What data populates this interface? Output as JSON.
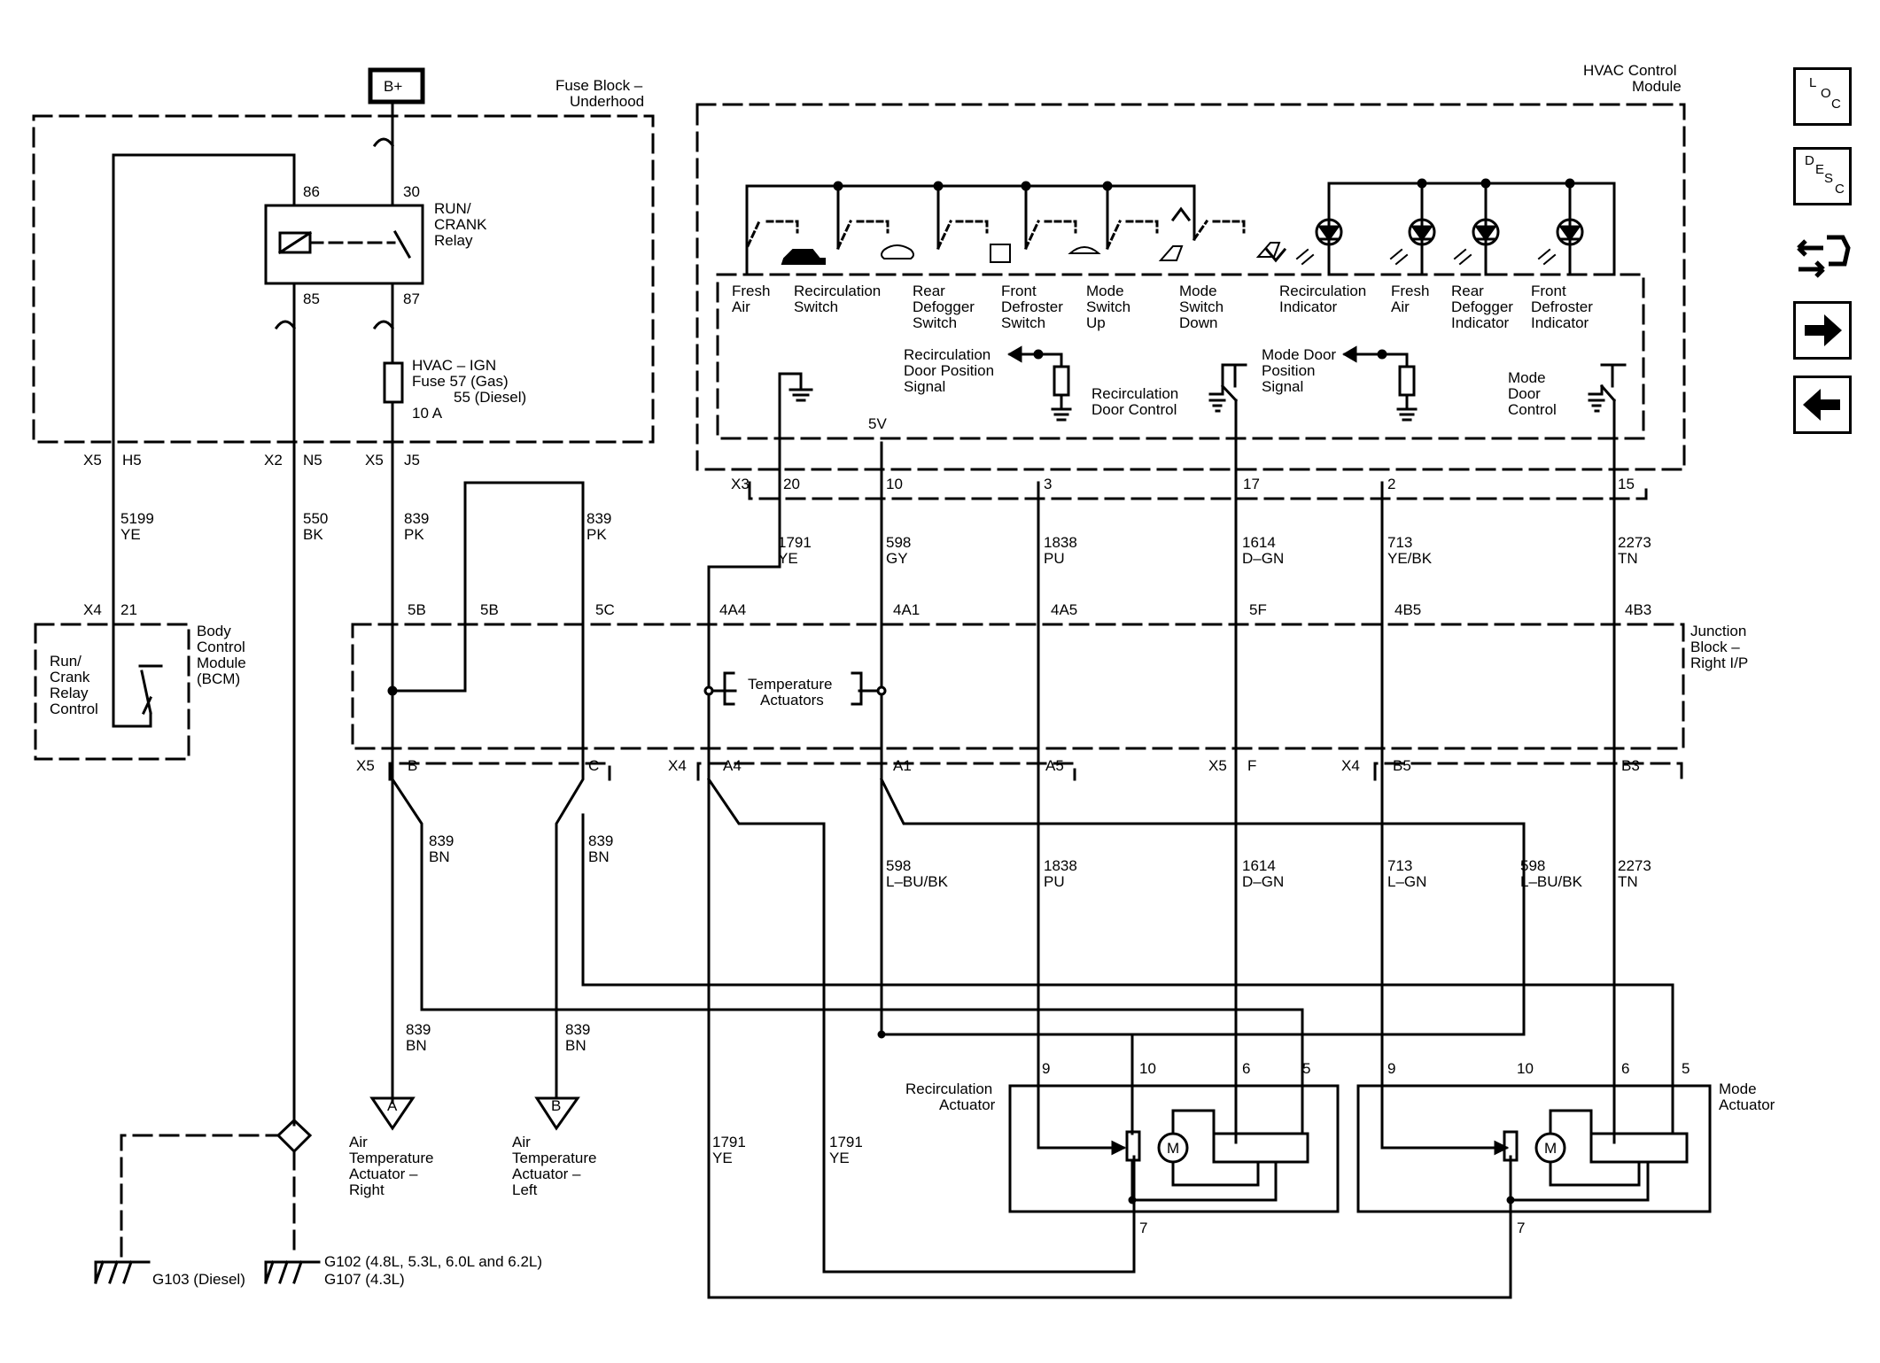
{
  "components": {
    "b_plus": "B+",
    "fuse_block": [
      "Fuse Block –",
      "Underhood"
    ],
    "relay": [
      "RUN/",
      "CRANK",
      "Relay"
    ],
    "relay_pins": {
      "p86": "86",
      "p30": "30",
      "p85": "85",
      "p87": "87"
    },
    "fuse": [
      "HVAC – IGN",
      "Fuse 57 (Gas)",
      "55 (Diesel)",
      "10 A"
    ],
    "hvac_module": [
      "HVAC Control",
      "Module"
    ],
    "bcm": [
      "Body",
      "Control",
      "Module",
      "(BCM)"
    ],
    "bcm_inner": [
      "Run/",
      "Crank",
      "Relay",
      "Control"
    ],
    "junction_block": [
      "Junction",
      "Block –",
      "Right I/P"
    ],
    "temp_actuators": [
      "Temperature",
      "Actuators"
    ],
    "recirc_actuator": [
      "Recirculation",
      "Actuator"
    ],
    "mode_actuator": [
      "Mode",
      "Actuator"
    ],
    "motor": "M",
    "five_v": "5V"
  },
  "module_labels": {
    "fresh_air": [
      "Fresh",
      "Air"
    ],
    "recirc_switch": [
      "Recirculation",
      "Switch"
    ],
    "rear_defog_switch": [
      "Rear",
      "Defogger",
      "Switch"
    ],
    "front_defrost_switch": [
      "Front",
      "Defroster",
      "Switch"
    ],
    "mode_up": [
      "Mode",
      "Switch",
      "Up"
    ],
    "mode_down": [
      "Mode",
      "Switch",
      "Down"
    ],
    "recirc_indicator": [
      "Recirculation",
      "Indicator"
    ],
    "fresh_air_ind": [
      "Fresh",
      "Air"
    ],
    "rear_defog_ind": [
      "Rear",
      "Defogger",
      "Indicator"
    ],
    "front_defrost_ind": [
      "Front",
      "Defroster",
      "Indicator"
    ],
    "recirc_door_pos": [
      "Recirculation",
      "Door Position",
      "Signal"
    ],
    "recirc_door_ctrl": [
      "Recirculation",
      "Door Control"
    ],
    "mode_door_pos": [
      "Mode Door",
      "Position",
      "Signal"
    ],
    "mode_door_ctrl": [
      "Mode",
      "Door",
      "Control"
    ]
  },
  "connectors": {
    "x5": "X5",
    "x2": "X2",
    "x4": "X4",
    "x3": "X3",
    "h5": "H5",
    "n5": "N5",
    "j5": "J5",
    "p21": "21",
    "m20": "20",
    "m10": "10",
    "m3": "3",
    "m17": "17",
    "m2": "2",
    "m15": "15",
    "jb_5b_a": "5B",
    "jb_5b_b": "5B",
    "jb_5c": "5C",
    "jb_4a4": "4A4",
    "jb_4a1": "4A1",
    "jb_4a5": "4A5",
    "jb_5f": "5F",
    "jb_4b5": "4B5",
    "jb_4b3": "4B3",
    "lb": "B",
    "lc": "C",
    "la4": "A4",
    "la1": "A1",
    "la5": "A5",
    "lf": "F",
    "lb5": "B5",
    "lb3": "B3",
    "ra9": "9",
    "ra10": "10",
    "ra6": "6",
    "ra5": "5",
    "ra7": "7",
    "ma9": "9",
    "ma10": "10",
    "ma6": "6",
    "ma5": "5",
    "ma7": "7"
  },
  "wires": {
    "w5199": [
      "5199",
      "YE"
    ],
    "w550": [
      "550",
      "BK"
    ],
    "w839a": [
      "839",
      "PK"
    ],
    "w839b": [
      "839",
      "PK"
    ],
    "w1791": [
      "1791",
      "YE"
    ],
    "w598": [
      "598",
      "GY"
    ],
    "w1838": [
      "1838",
      "PU"
    ],
    "w1614": [
      "1614",
      "D–GN"
    ],
    "w713": [
      "713",
      "YE/BK"
    ],
    "w2273": [
      "2273",
      "TN"
    ],
    "w839bn1": [
      "839",
      "BN"
    ],
    "w839bn2": [
      "839",
      "BN"
    ],
    "w598b": [
      "598",
      "L–BU/BK"
    ],
    "w1838b": [
      "1838",
      "PU"
    ],
    "w1614b": [
      "1614",
      "D–GN"
    ],
    "w713b": [
      "713",
      "L–GN"
    ],
    "w598c": [
      "598",
      "L–BU/BK"
    ],
    "w2273b": [
      "2273",
      "TN"
    ],
    "w839bn3": [
      "839",
      "BN"
    ],
    "w839bn4": [
      "839",
      "BN"
    ],
    "w1791b": [
      "1791",
      "YE"
    ],
    "w1791c": [
      "1791",
      "YE"
    ]
  },
  "offpage": {
    "a_letter": "A",
    "b_letter": "B",
    "a_label": [
      "Air",
      "Temperature",
      "Actuator –",
      "Right"
    ],
    "b_label": [
      "Air",
      "Temperature",
      "Actuator –",
      "Left"
    ]
  },
  "grounds": {
    "g103": "G103 (Diesel)",
    "g102": "G102 (4.8L, 5.3L, 6.0L and 6.2L)",
    "g107": "G107 (4.3L)"
  },
  "nav": {
    "loc_letters": [
      "L",
      "O",
      "C"
    ],
    "desc_letters": [
      "D",
      "E",
      "S",
      "C"
    ]
  }
}
